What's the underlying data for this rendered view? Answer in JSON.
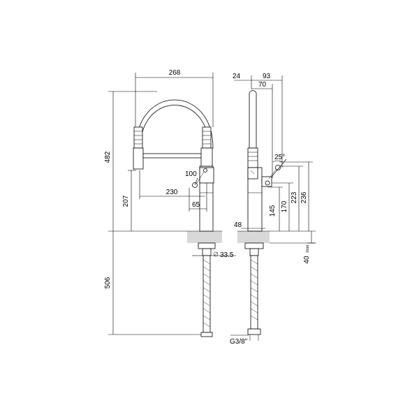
{
  "colors": {
    "line": "#000000",
    "counter": "#d8d8d8",
    "background": "#ffffff"
  },
  "front_view": {
    "dims": {
      "overall_width": "268",
      "total_height": "482",
      "outlet_height": "207",
      "lower_length": "506",
      "spout_reach": "230",
      "lever_height": "100",
      "lever_offset": "65",
      "hose_diameter": "33.5"
    }
  },
  "side_view": {
    "dims": {
      "spout_offset": "24",
      "handle_reach": "93",
      "body_depth": "70",
      "lever_angle": "25°",
      "lever_height_max": "236",
      "lever_height_mid": "223",
      "lever_height_min": "170",
      "handle_base_height": "145",
      "base_diameter": "48",
      "counter_thickness_prefix": "40",
      "counter_thickness_suffix": "max",
      "thread": "G3/8\""
    }
  }
}
